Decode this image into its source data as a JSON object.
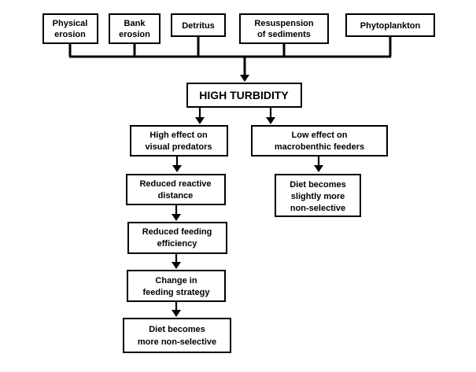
{
  "sources": [
    {
      "line1": "Physical",
      "line2": "erosion"
    },
    {
      "line1": "Bank",
      "line2": "erosion"
    },
    {
      "line1": "Detritus",
      "line2": ""
    },
    {
      "line1": "Resuspension",
      "line2": "of sediments"
    },
    {
      "line1": "Phytoplankton",
      "line2": ""
    }
  ],
  "center": {
    "label": "HIGH TURBIDITY"
  },
  "left_branch": [
    {
      "line1": "High effect on",
      "line2": "visual predators"
    },
    {
      "line1": "Reduced reactive",
      "line2": "distance"
    },
    {
      "line1": "Reduced feeding",
      "line2": "efficiency"
    },
    {
      "line1": "Change in",
      "line2": "feeding strategy"
    },
    {
      "line1": "Diet becomes",
      "line2": "more non-selective"
    }
  ],
  "right_branch": {
    "effect": {
      "line1": "Low effect on",
      "line2": "macrobenthic feeders"
    },
    "result": {
      "line1": "Diet becomes",
      "line2": "slightly more",
      "line3": "non-selective"
    }
  }
}
